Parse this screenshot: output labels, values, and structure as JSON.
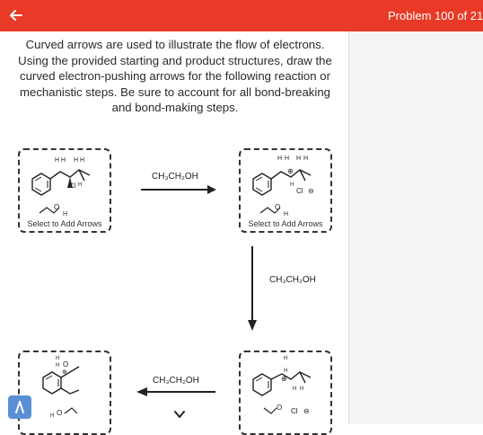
{
  "header": {
    "problem_counter": "Problem 100 of 21",
    "accent_color": "#e83a26",
    "back_icon": "arrow-left-icon"
  },
  "instructions": "Curved arrows are used to illustrate the flow of electrons. Using the provided starting and product structures, draw the curved electron-pushing arrows for the following reaction or mechanistic steps. Be sure to account for all bond-breaking and bond-making steps.",
  "panels": {
    "step1_label": "Select to Add Arrows",
    "step2_label": "Select to Add Arrows"
  },
  "reagents": {
    "arrow1": "CH₃CH₂OH",
    "arrow2": "CH₃CH₂OH",
    "arrow3": "CH₃CH₂OH"
  },
  "atoms": {
    "h": "H",
    "o": "O",
    "cl": "Cl",
    "o_plus": "O",
    "charge_plus": "⊕",
    "charge_minus": "⊖",
    "lone_pair": "··"
  }
}
